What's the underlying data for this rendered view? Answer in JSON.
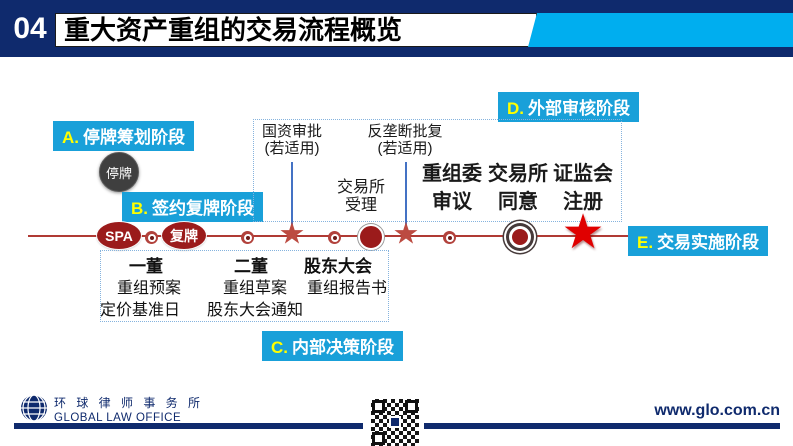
{
  "colors": {
    "navy": "#0F2A6D",
    "header_cyan": "#00AEEF",
    "stage_blue": "#19A0D9",
    "stage_letter_yellow": "#FFFF00",
    "dark_red": "#9B1B1B",
    "muted_red": "#BC4B41",
    "bright_red": "#E00000",
    "timeline_red": "#B03A34",
    "suspension_gray": "#3F3F3F",
    "callout_line_blue": "#4472C4"
  },
  "header": {
    "number": "04",
    "title": "重大资产重组的交易流程概览"
  },
  "stages": {
    "a": {
      "letter": "A.",
      "label": "停牌筹划阶段"
    },
    "b": {
      "letter": "B.",
      "label": "签约复牌阶段"
    },
    "c": {
      "letter": "C.",
      "label": "内部决策阶段"
    },
    "d": {
      "letter": "D.",
      "label": "外部审核阶段"
    },
    "e": {
      "letter": "E.",
      "label": "交易实施阶段"
    }
  },
  "timeline": {
    "badges": {
      "suspension": "停牌",
      "spa": "SPA",
      "resume": "复牌"
    },
    "top": {
      "soe1": "国资审批",
      "soe2": "(若适用)",
      "anti1": "反垄断批复",
      "anti2": "(若适用)",
      "accept1": "交易所",
      "accept2": "受理",
      "committee1": "重组委",
      "committee2": "审议",
      "consent1": "交易所",
      "consent2": "同意",
      "csrc1": "证监会",
      "csrc2": "注册"
    },
    "bottom": {
      "first_board": "一董",
      "second_board": "二董",
      "shareholders_meeting": "股东大会",
      "plan": "重组预案",
      "draft": "重组草案",
      "report": "重组报告书",
      "pricing_date": "定价基准日",
      "meeting_notice": "股东大会通知"
    }
  },
  "icons": {
    "star": "★"
  },
  "footer": {
    "firm_cn": "环 球 律 师 事 务 所",
    "firm_en": "GLOBAL LAW OFFICE",
    "website": "www.glo.com.cn"
  }
}
